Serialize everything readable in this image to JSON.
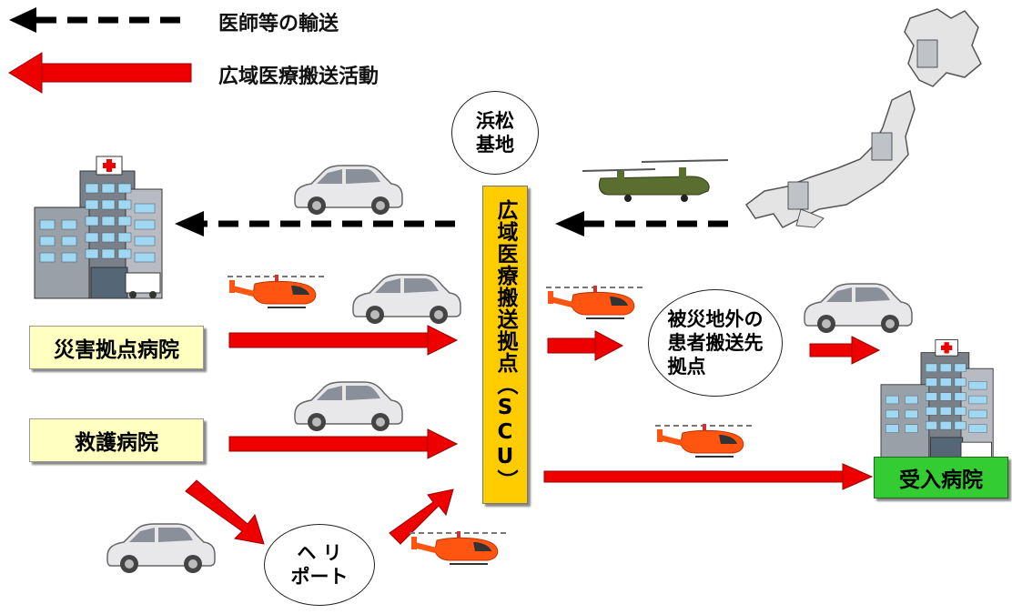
{
  "legend": {
    "dashed_label": "医師等の輸送",
    "solid_label": "広域医療搬送活動"
  },
  "nodes": {
    "hamamatsu": "浜松\n基地",
    "scu": "広域医療搬送拠点（SCU）",
    "disaster_hospital": "災害拠点病院",
    "rescue_hospital": "救護病院",
    "heliport": "ヘ リ\nポート",
    "outside_base": "被災地外の\n患者搬送先\n拠点",
    "receiving_hospital": "受入病院"
  },
  "colors": {
    "red_arrow": "#ee0000",
    "scu_fill": "#ffcc00",
    "yellow_box": "#ffffc0",
    "green_box": "#33cc33",
    "helicopter": "#ff5511",
    "chinook": "#556b2f"
  },
  "icons": [
    "car-icon",
    "helicopter-icon",
    "chinook-helicopter-icon",
    "hospital-building-icon",
    "japan-map-icon"
  ]
}
